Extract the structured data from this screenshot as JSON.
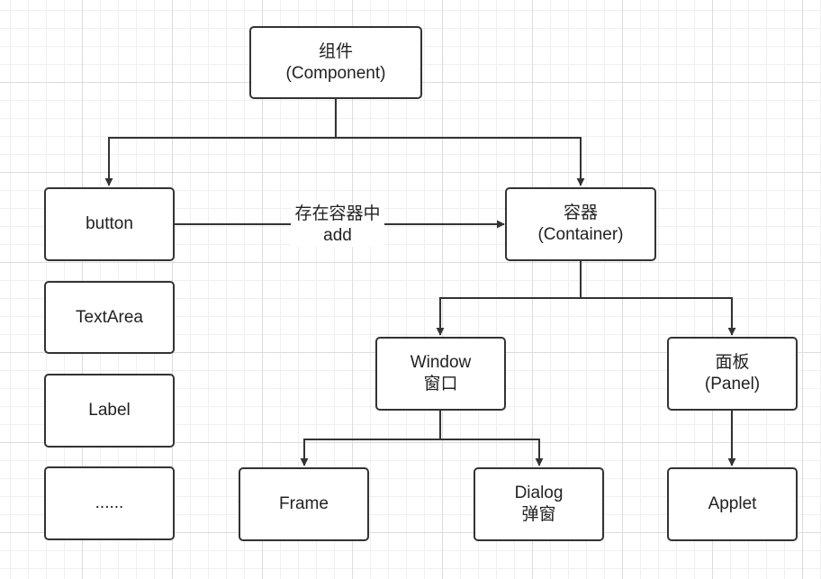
{
  "nodes": {
    "component": {
      "line1": "组件",
      "line2": "(Component)"
    },
    "button": {
      "line1": "button"
    },
    "textarea": {
      "line1": "TextArea"
    },
    "label": {
      "line1": "Label"
    },
    "more": {
      "line1": "......"
    },
    "container": {
      "line1": "容器",
      "line2": "(Container)"
    },
    "window": {
      "line1": "Window",
      "line2": "窗口"
    },
    "panel": {
      "line1": "面板",
      "line2": "(Panel)"
    },
    "frame": {
      "line1": "Frame"
    },
    "dialog": {
      "line1": "Dialog",
      "line2": "弹窗"
    },
    "applet": {
      "line1": "Applet"
    }
  },
  "edges": {
    "button_to_container": {
      "line1": "存在容器中",
      "line2": "add"
    }
  },
  "colors": {
    "stroke": "#333333",
    "grid": "#dcdcdc",
    "background": "#ffffff"
  }
}
